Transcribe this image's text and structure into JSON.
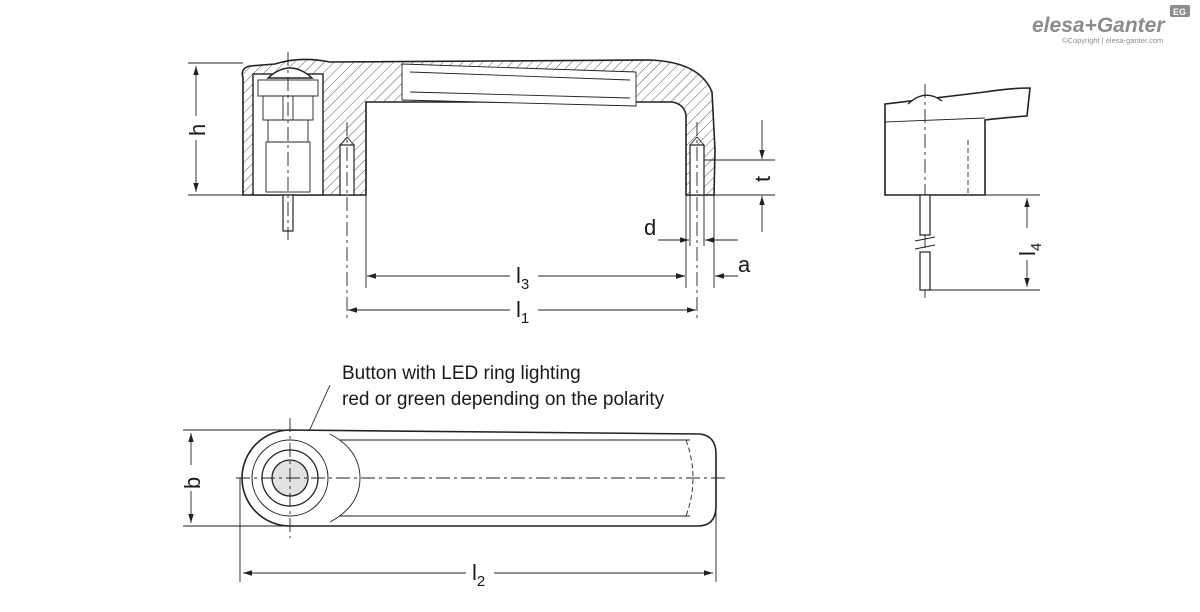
{
  "brand": {
    "logo_text": "elesa+Ganter",
    "badge": "EG",
    "copyright": "©Copyright | elesa-ganter.com",
    "gray": "#8c8c8c"
  },
  "note": {
    "line1": "Button with LED ring lighting",
    "line2": "red or green depending on the polarity"
  },
  "dimensions": {
    "h": "h",
    "t": "t",
    "d": "d",
    "a": "a",
    "l3_main": "l",
    "l3_sub": "3",
    "l1_main": "l",
    "l1_sub": "1",
    "l4_main": "l",
    "l4_sub": "4",
    "b": "b",
    "l2_main": "l",
    "l2_sub": "2"
  },
  "colors": {
    "line": "#222222",
    "button_fill": "#e2e2e2"
  }
}
